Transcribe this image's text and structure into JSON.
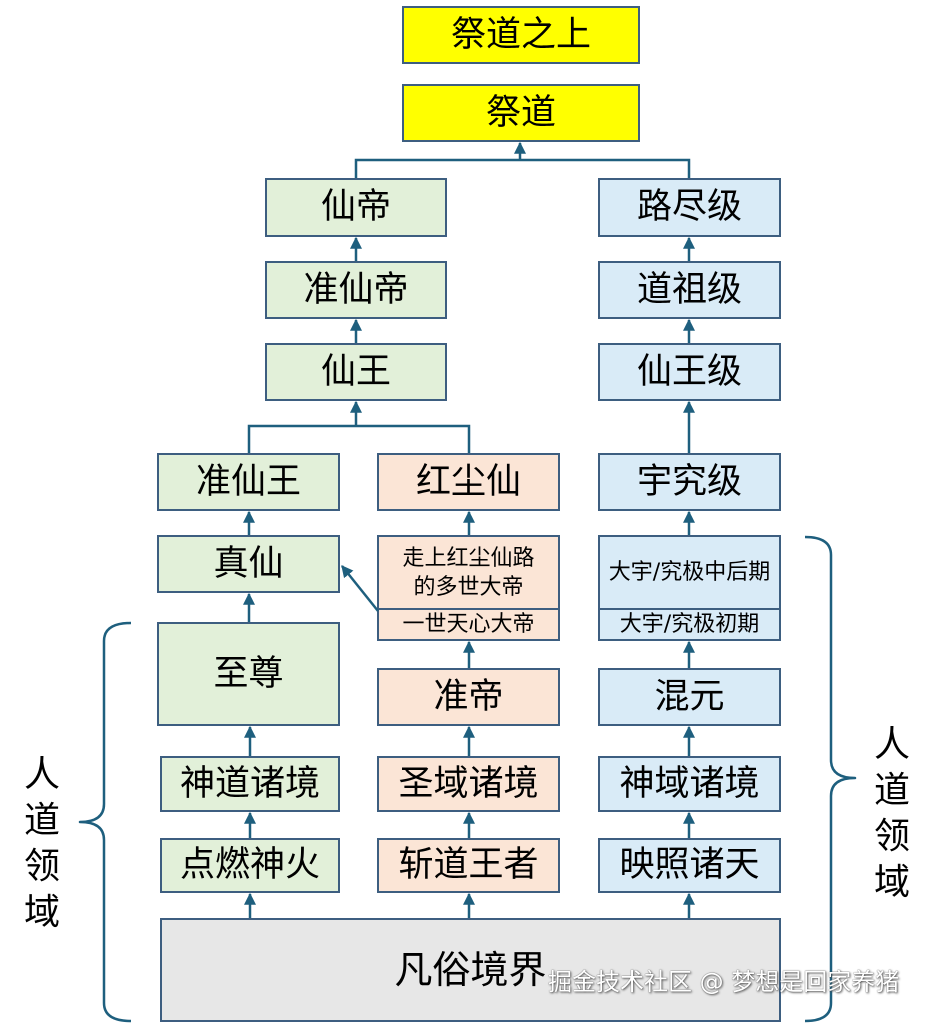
{
  "colors": {
    "apex": "#FFFF00",
    "xian_path": "#E2F0D9",
    "hongchen_path": "#FBE5D6",
    "yujiu_path": "#D9EBF7",
    "mortal": "#E7E7E7",
    "connector": "#1E5F7E",
    "box_border": "#3D5E80"
  },
  "apex": {
    "above_jidao": "祭道之上",
    "jidao": "祭道"
  },
  "xian_column": {
    "xiandi": "仙帝",
    "zhun_xiandi": "准仙帝",
    "xianwang": "仙王",
    "zhun_xianwang": "准仙王",
    "zhenxian": "真仙",
    "zhizun": "至尊",
    "shendao": "神道诸境",
    "dianran": "点燃神火"
  },
  "hongchen_column": {
    "hongchenxian": "红尘仙",
    "multi_life_emperor": [
      "走上红尘仙路",
      "的多世大帝"
    ],
    "one_life_emperor": "一世天心大帝",
    "zhundi": "准帝",
    "shengyu": "圣域诸境",
    "zhandao": "斩道王者"
  },
  "yujiu_column": {
    "lujin": "路尽级",
    "daozu": "道祖级",
    "xianwang_ji": "仙王级",
    "yujiu": "宇究级",
    "late_stage": "大宇/究极中后期",
    "early_stage": "大宇/究极初期",
    "hunyuan": "混元",
    "shenyu": "神域诸境",
    "yingzhao": "映照诸天"
  },
  "mortal_realm": "凡俗境界",
  "left_brace_label": "人道领域",
  "right_brace_label": "人道领域",
  "watermark": "掘金技术社区 @ 梦想是回家养猪"
}
